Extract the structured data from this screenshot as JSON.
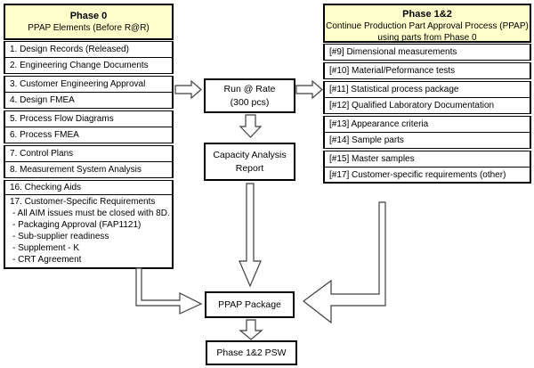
{
  "left_table": {
    "header": {
      "title": "Phase 0",
      "subtitle": "PPAP Elements (Before R@R)"
    },
    "rows": [
      "1. Design Records (Released)",
      "2. Engineering Change Documents",
      "3. Customer Engineering Approval",
      "4. Design FMEA",
      "5. Process Flow Diagrams",
      "6. Process FMEA",
      "7. Control Plans",
      "8. Measurement System Analysis",
      "16. Checking Aids"
    ],
    "row17": {
      "title": "17. Customer-Specific Requirements",
      "items": [
        "- All AIM issues must be closed with 8D.",
        "- Packaging Approval (FAP1121)",
        "- Sub-supplier readiness",
        "- Supplement - K",
        "- CRT Agreement"
      ]
    }
  },
  "right_table": {
    "header": {
      "title": "Phase 1&2",
      "line2": "Continue Production Part Approval Process (PPAP)",
      "line3": "using parts from Phase 0"
    },
    "rows": [
      "[#9] Dimensional measurements",
      "[#10] Material/Peformance tests",
      "[#11] Statistical process package",
      "[#12] Qualified Laboratory Documentation",
      "[#13] Appearance criteria",
      "[#14] Sample parts",
      "[#15] Master samples",
      "[#17] Customer-specific requirements (other)"
    ]
  },
  "flow_boxes": {
    "run_at_rate": {
      "line1": "Run @ Rate",
      "line2": "(300 pcs)"
    },
    "capacity_report": {
      "line1": "Capacity Analysis",
      "line2": "Report"
    },
    "ppap_package": {
      "label": "PPAP Package"
    },
    "psw": {
      "label": "Phase 1&2 PSW"
    }
  },
  "colors": {
    "header_bg": "#FFFFCC",
    "border": "#000000",
    "arrow_outline": "#3F3F3F",
    "background": "#FFFFFF"
  }
}
